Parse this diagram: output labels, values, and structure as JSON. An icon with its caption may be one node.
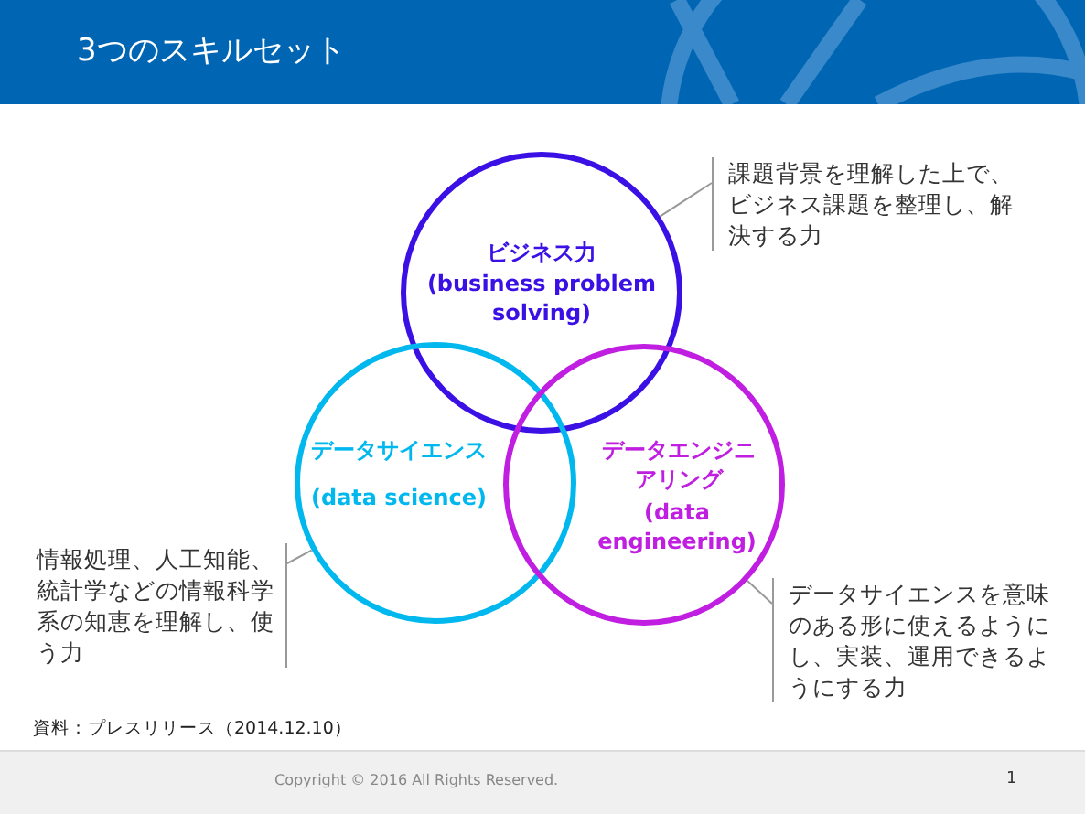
{
  "diagram": {
    "title": "3つのスキルセット",
    "nodes": [
      {
        "text": [
          "ビジネス力",
          "(business problem solving)"
        ]
      },
      {
        "text": [
          "データサイエンス",
          "(data science)"
        ]
      },
      {
        "text": [
          "データエンジニアリング",
          "(data engineering)"
        ]
      },
      {
        "text": [
          "課題背景を理解した上で、ビジネス課題を整理し、解決する力"
        ]
      },
      {
        "text": [
          "情報処理、人工知能、統計学などの情報科学系の知恵を理解し、使う力"
        ]
      },
      {
        "text": [
          "データサイエンスを意味のある形に使えるようにし、実装、運用できるようにする力"
        ]
      }
    ],
    "edges": [
      {
        "from": 3,
        "to": 0,
        "arrow": "none"
      },
      {
        "from": 4,
        "to": 1,
        "arrow": "none"
      },
      {
        "from": 5,
        "to": 2,
        "arrow": "none"
      }
    ],
    "labels": [
      "資料：プレスリリース（2014.12.10）",
      "Copyright © 2016 All Rights Reserved.",
      "1"
    ]
  }
}
